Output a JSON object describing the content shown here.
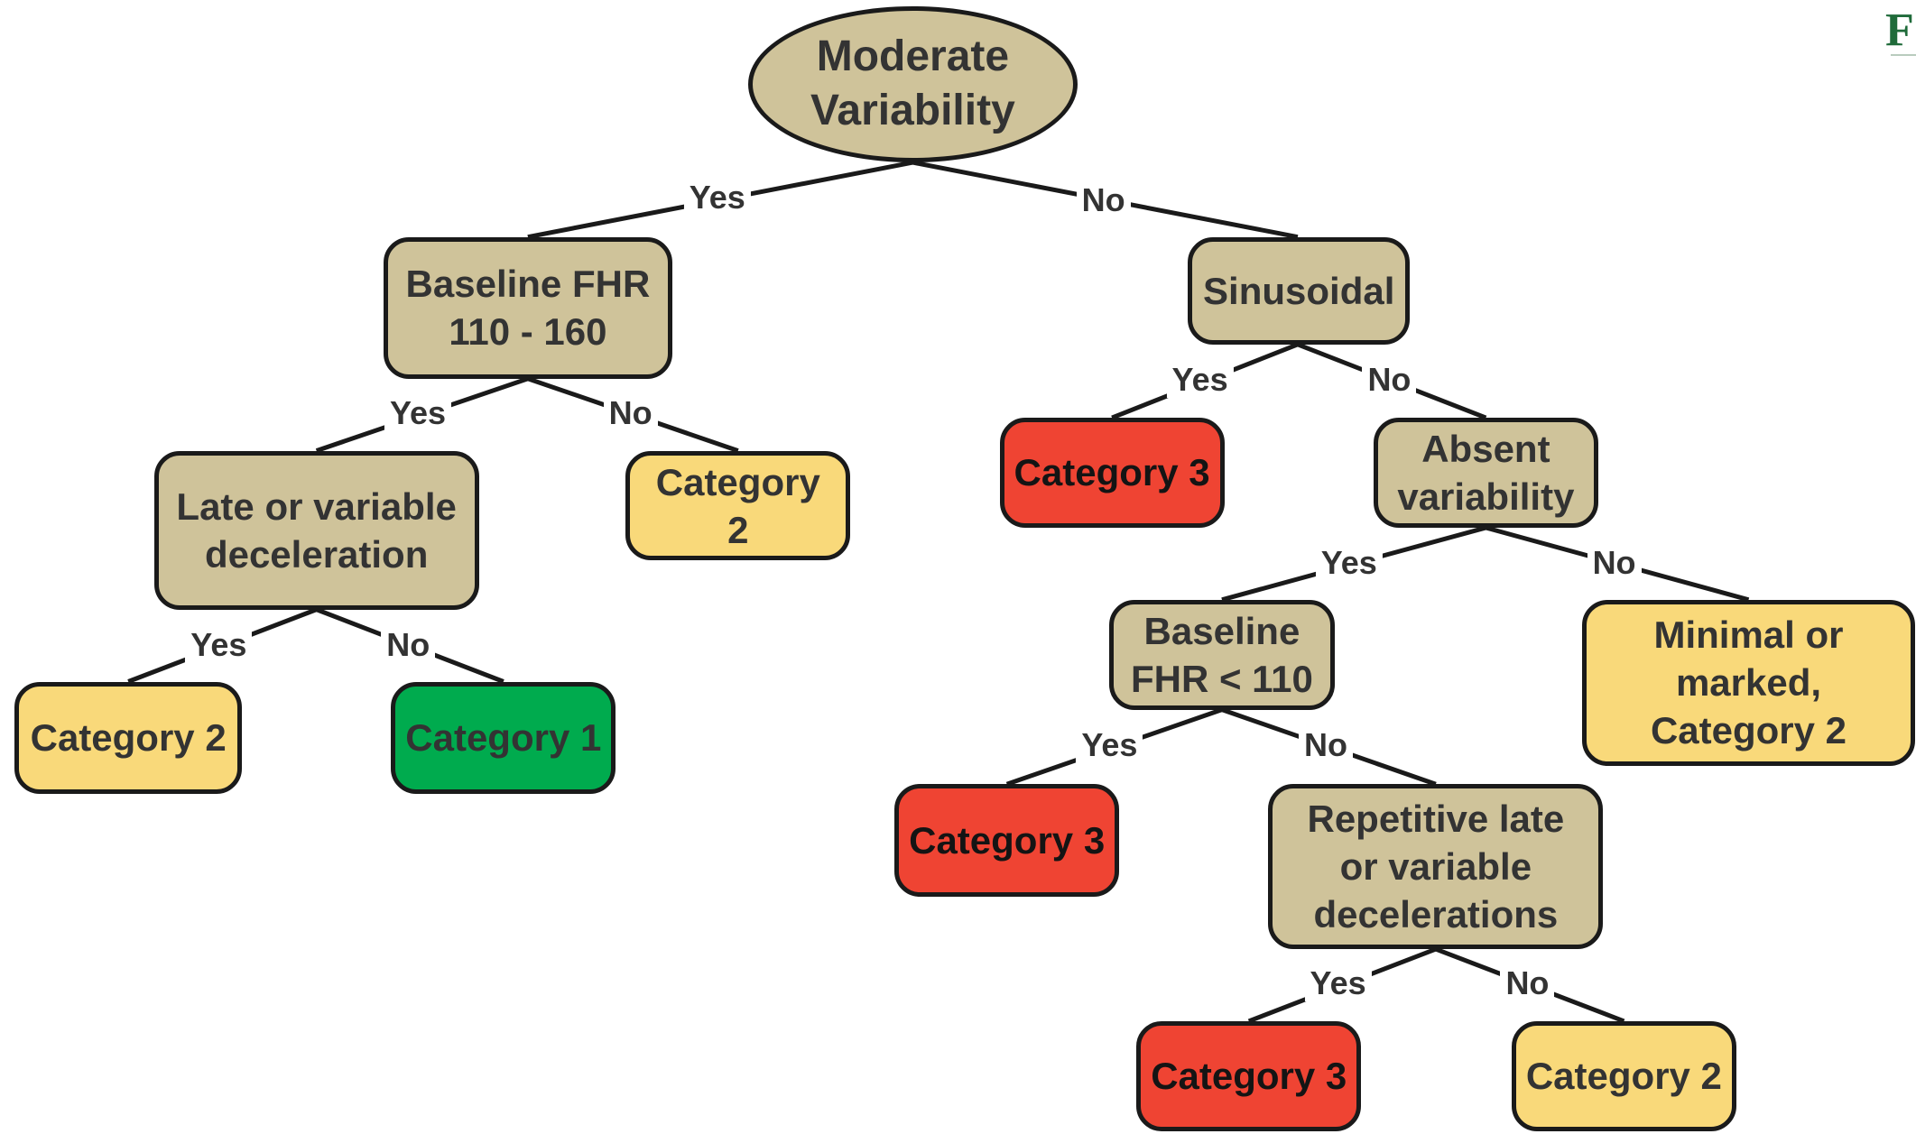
{
  "colors": {
    "tan": "#cfc39a",
    "yellow": "#f9d97a",
    "red": "#ef4433",
    "green": "#00ab4e",
    "line": "#1a1a1a"
  },
  "nodes": {
    "root": {
      "label": "Moderate\nVariability"
    },
    "baseline_normal": {
      "label": "Baseline FHR\n110 - 160"
    },
    "sinusoidal": {
      "label": "Sinusoidal"
    },
    "late_variable_decel": {
      "label": "Late or variable\ndeceleration"
    },
    "cat2_baseline_no": {
      "label": "Category\n2"
    },
    "cat3_sinusoidal_yes": {
      "label": "Category 3"
    },
    "absent_variability": {
      "label": "Absent\nvariability"
    },
    "cat2_decel_yes": {
      "label": "Category 2"
    },
    "cat1": {
      "label": "Category 1"
    },
    "baseline_low": {
      "label": "Baseline\nFHR < 110"
    },
    "minimal_marked": {
      "label": "Minimal or\nmarked,\nCategory 2"
    },
    "cat3_low_yes": {
      "label": "Category 3"
    },
    "repetitive_decel": {
      "label": "Repetitive late\nor variable\ndecelerations"
    },
    "cat3_repetitive_yes": {
      "label": "Category 3"
    },
    "cat2_repetitive_no": {
      "label": "Category 2"
    }
  },
  "edges": {
    "root_yes": "Yes",
    "root_no": "No",
    "baseline_yes": "Yes",
    "baseline_no": "No",
    "sinusoidal_yes": "Yes",
    "sinusoidal_no": "No",
    "decel_yes": "Yes",
    "decel_no": "No",
    "absent_yes": "Yes",
    "absent_no": "No",
    "low_yes": "Yes",
    "low_no": "No",
    "repetitive_yes": "Yes",
    "repetitive_no": "No"
  },
  "logo": {
    "text": "F"
  }
}
